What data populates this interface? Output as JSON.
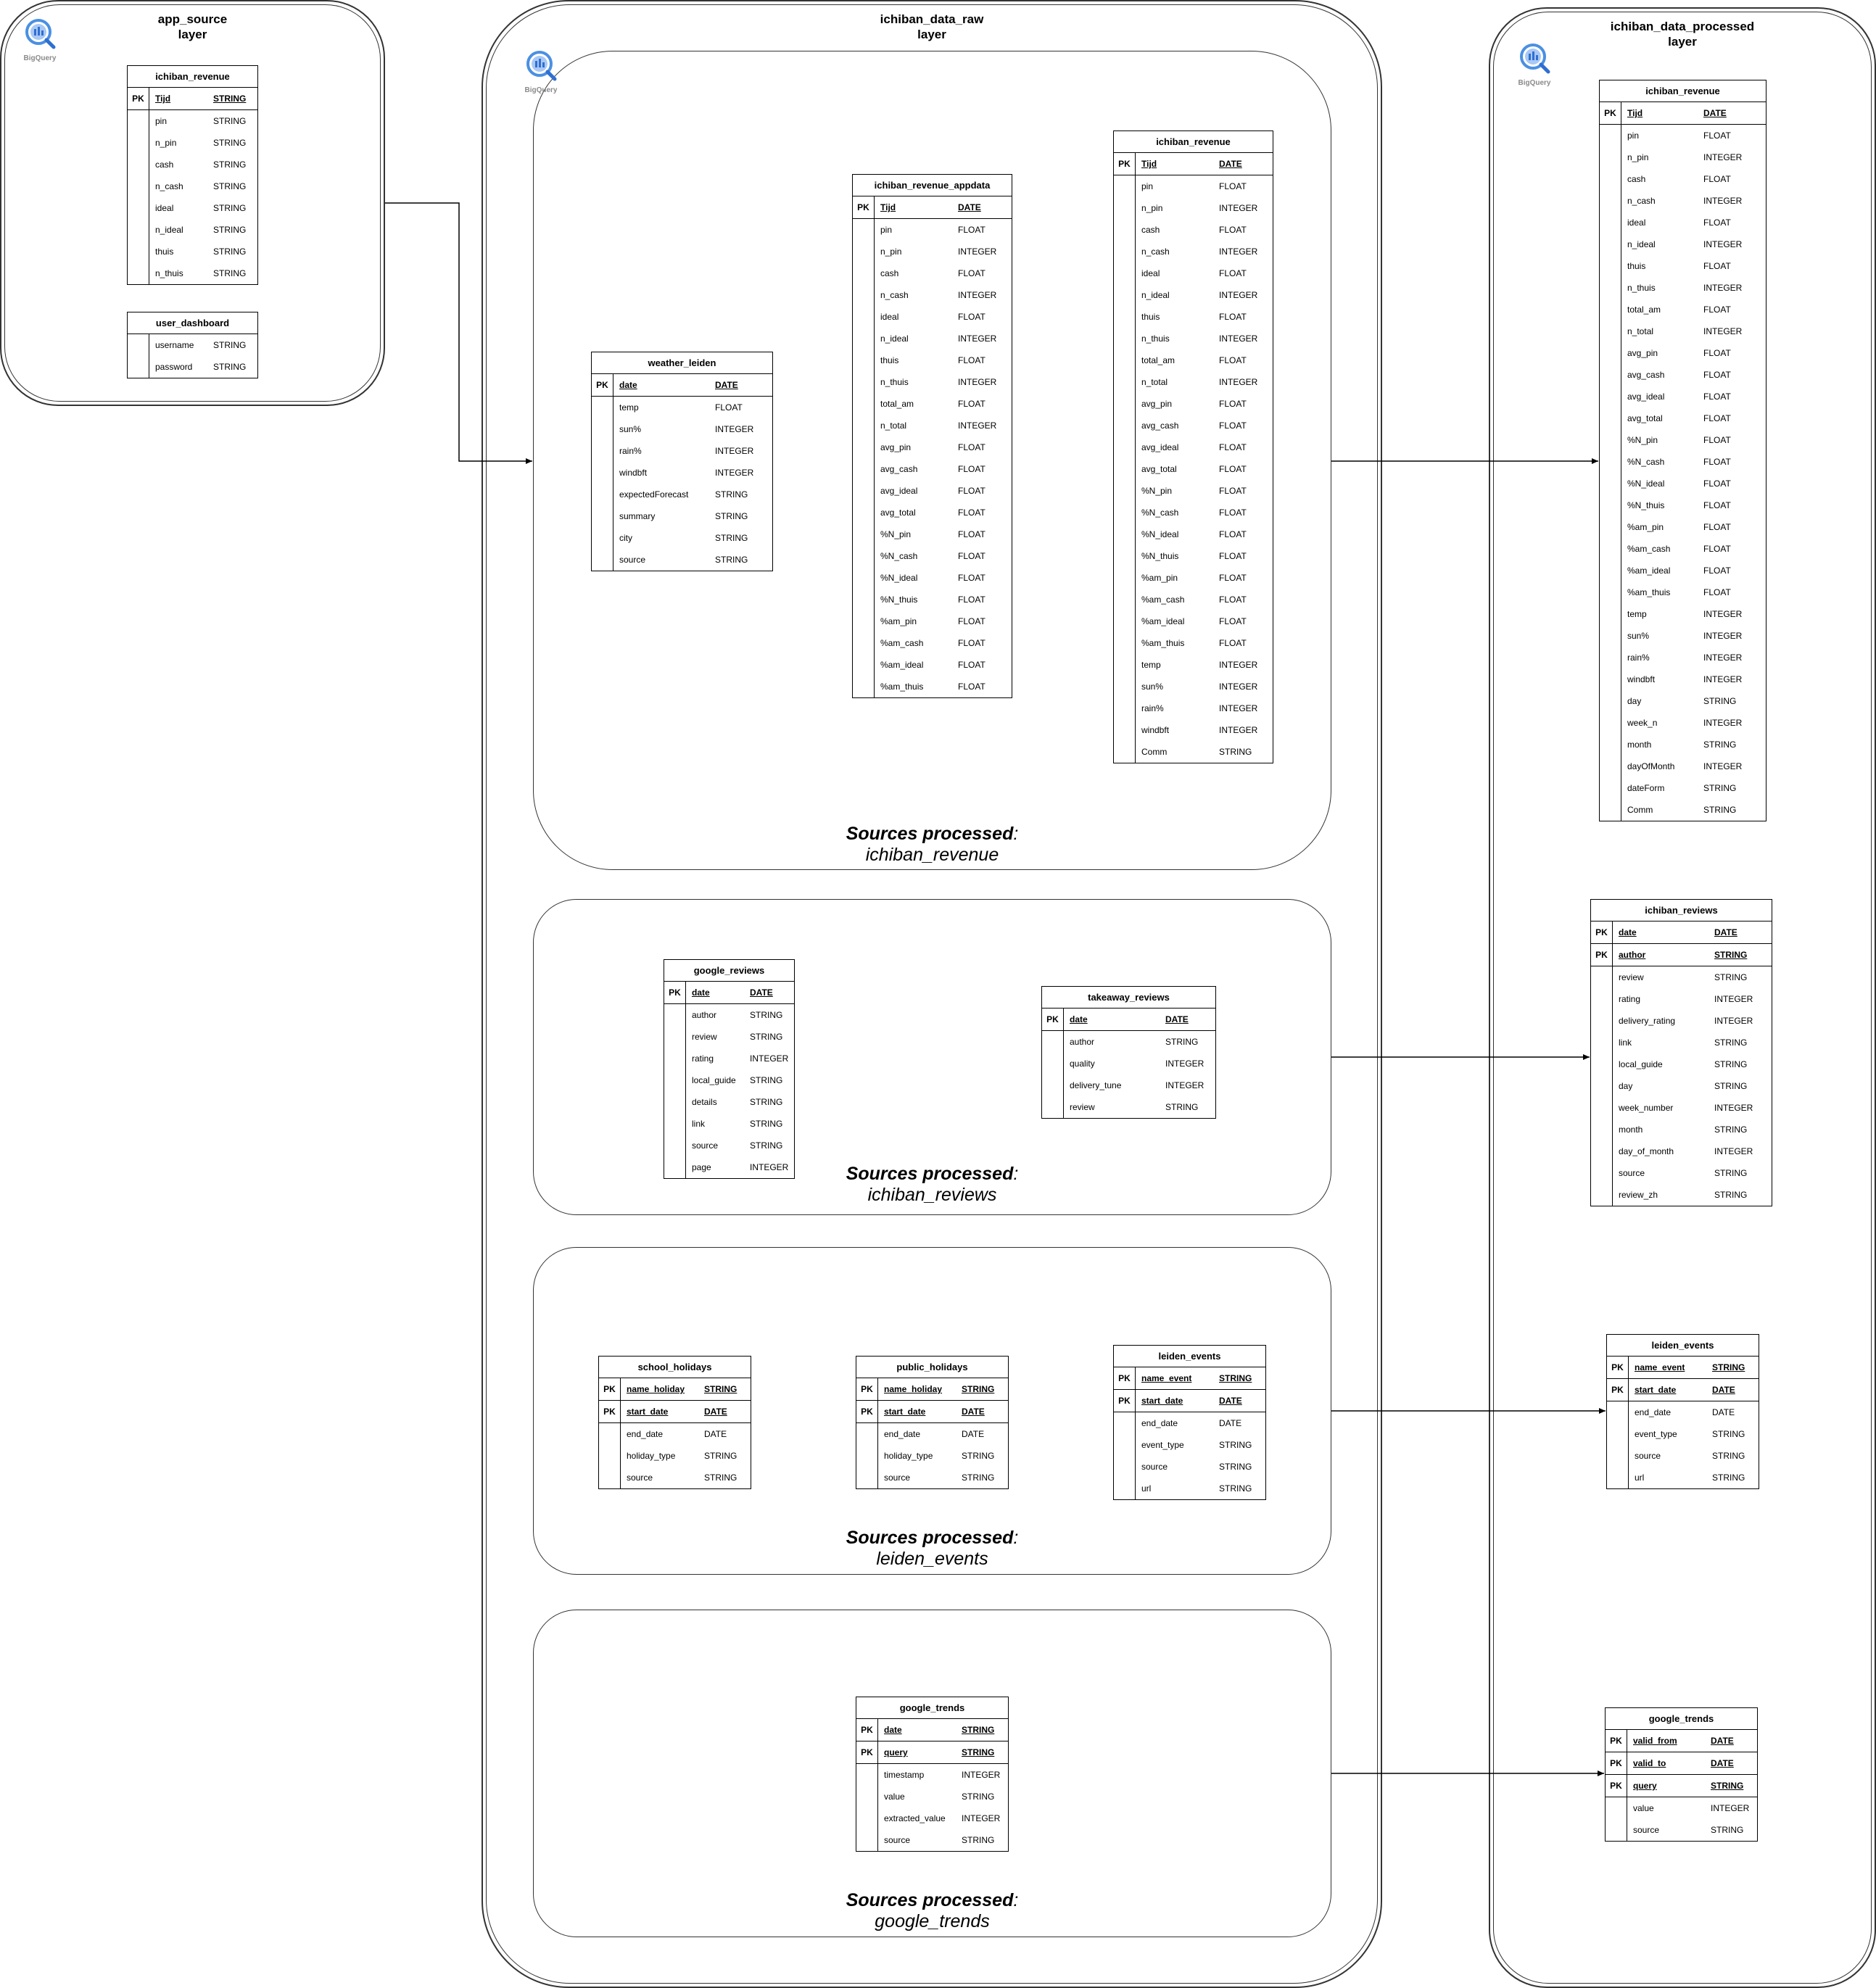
{
  "logo_label": "BigQuery",
  "pk_label": "PK",
  "caption_label": "Sources processed",
  "layers": {
    "app_source": {
      "title": "app_source",
      "subtitle": "layer"
    },
    "raw": {
      "title": "ichiban_data_raw",
      "subtitle": "layer"
    },
    "processed": {
      "title": "ichiban_data_processed",
      "subtitle": "layer"
    }
  },
  "captions": {
    "revenue": "ichiban_revenue",
    "reviews": "ichiban_reviews",
    "events": "leiden_events",
    "trends": "google_trends"
  },
  "entities": {
    "src_revenue": {
      "title": "ichiban_revenue",
      "pk": [
        [
          "Tijd",
          "STRING"
        ]
      ],
      "fields": [
        [
          "pin",
          "STRING"
        ],
        [
          "n_pin",
          "STRING"
        ],
        [
          "cash",
          "STRING"
        ],
        [
          "n_cash",
          "STRING"
        ],
        [
          "ideal",
          "STRING"
        ],
        [
          "n_ideal",
          "STRING"
        ],
        [
          "thuis",
          "STRING"
        ],
        [
          "n_thuis",
          "STRING"
        ]
      ]
    },
    "src_dashboard": {
      "title": "user_dashboard",
      "pk": [],
      "fields": [
        [
          "username",
          "STRING"
        ],
        [
          "password",
          "STRING"
        ]
      ]
    },
    "weather": {
      "title": "weather_leiden",
      "pk": [
        [
          "date",
          "DATE"
        ]
      ],
      "fields": [
        [
          "temp",
          "FLOAT"
        ],
        [
          "sun%",
          "INTEGER"
        ],
        [
          "rain%",
          "INTEGER"
        ],
        [
          "windbft",
          "INTEGER"
        ],
        [
          "expectedForecast",
          "STRING"
        ],
        [
          "summary",
          "STRING"
        ],
        [
          "city",
          "STRING"
        ],
        [
          "source",
          "STRING"
        ]
      ]
    },
    "appdata": {
      "title": "ichiban_revenue_appdata",
      "pk": [
        [
          "Tijd",
          "DATE"
        ]
      ],
      "fields": [
        [
          "pin",
          "FLOAT"
        ],
        [
          "n_pin",
          "INTEGER"
        ],
        [
          "cash",
          "FLOAT"
        ],
        [
          "n_cash",
          "INTEGER"
        ],
        [
          "ideal",
          "FLOAT"
        ],
        [
          "n_ideal",
          "INTEGER"
        ],
        [
          "thuis",
          "FLOAT"
        ],
        [
          "n_thuis",
          "INTEGER"
        ],
        [
          "total_am",
          "FLOAT"
        ],
        [
          "n_total",
          "INTEGER"
        ],
        [
          "avg_pin",
          "FLOAT"
        ],
        [
          "avg_cash",
          "FLOAT"
        ],
        [
          "avg_ideal",
          "FLOAT"
        ],
        [
          "avg_total",
          "FLOAT"
        ],
        [
          "%N_pin",
          "FLOAT"
        ],
        [
          "%N_cash",
          "FLOAT"
        ],
        [
          "%N_ideal",
          "FLOAT"
        ],
        [
          "%N_thuis",
          "FLOAT"
        ],
        [
          "%am_pin",
          "FLOAT"
        ],
        [
          "%am_cash",
          "FLOAT"
        ],
        [
          "%am_ideal",
          "FLOAT"
        ],
        [
          "%am_thuis",
          "FLOAT"
        ]
      ]
    },
    "raw_revenue": {
      "title": "ichiban_revenue",
      "pk": [
        [
          "Tijd",
          "DATE"
        ]
      ],
      "fields": [
        [
          "pin",
          "FLOAT"
        ],
        [
          "n_pin",
          "INTEGER"
        ],
        [
          "cash",
          "FLOAT"
        ],
        [
          "n_cash",
          "INTEGER"
        ],
        [
          "ideal",
          "FLOAT"
        ],
        [
          "n_ideal",
          "INTEGER"
        ],
        [
          "thuis",
          "FLOAT"
        ],
        [
          "n_thuis",
          "INTEGER"
        ],
        [
          "total_am",
          "FLOAT"
        ],
        [
          "n_total",
          "INTEGER"
        ],
        [
          "avg_pin",
          "FLOAT"
        ],
        [
          "avg_cash",
          "FLOAT"
        ],
        [
          "avg_ideal",
          "FLOAT"
        ],
        [
          "avg_total",
          "FLOAT"
        ],
        [
          "%N_pin",
          "FLOAT"
        ],
        [
          "%N_cash",
          "FLOAT"
        ],
        [
          "%N_ideal",
          "FLOAT"
        ],
        [
          "%N_thuis",
          "FLOAT"
        ],
        [
          "%am_pin",
          "FLOAT"
        ],
        [
          "%am_cash",
          "FLOAT"
        ],
        [
          "%am_ideal",
          "FLOAT"
        ],
        [
          "%am_thuis",
          "FLOAT"
        ],
        [
          "temp",
          "INTEGER"
        ],
        [
          "sun%",
          "INTEGER"
        ],
        [
          "rain%",
          "INTEGER"
        ],
        [
          "windbft",
          "INTEGER"
        ],
        [
          "Comm",
          "STRING"
        ]
      ]
    },
    "google_reviews": {
      "title": "google_reviews",
      "pk": [
        [
          "date",
          "DATE"
        ]
      ],
      "fields": [
        [
          "author",
          "STRING"
        ],
        [
          "review",
          "STRING"
        ],
        [
          "rating",
          "INTEGER"
        ],
        [
          "local_guide",
          "STRING"
        ],
        [
          "details",
          "STRING"
        ],
        [
          "link",
          "STRING"
        ],
        [
          "source",
          "STRING"
        ],
        [
          "page",
          "INTEGER"
        ]
      ]
    },
    "takeaway_reviews": {
      "title": "takeaway_reviews",
      "pk": [
        [
          "date",
          "DATE"
        ]
      ],
      "fields": [
        [
          "author",
          "STRING"
        ],
        [
          "quality",
          "INTEGER"
        ],
        [
          "delivery_tune",
          "INTEGER"
        ],
        [
          "review",
          "STRING"
        ]
      ]
    },
    "school_holidays": {
      "title": "school_holidays",
      "pk": [
        [
          "name_holiday",
          "STRING"
        ],
        [
          "start_date",
          "DATE"
        ]
      ],
      "fields": [
        [
          "end_date",
          "DATE"
        ],
        [
          "holiday_type",
          "STRING"
        ],
        [
          "source",
          "STRING"
        ]
      ]
    },
    "public_holidays": {
      "title": "public_holidays",
      "pk": [
        [
          "name_holiday",
          "STRING"
        ],
        [
          "start_date",
          "DATE"
        ]
      ],
      "fields": [
        [
          "end_date",
          "DATE"
        ],
        [
          "holiday_type",
          "STRING"
        ],
        [
          "source",
          "STRING"
        ]
      ]
    },
    "raw_events": {
      "title": "leiden_events",
      "pk": [
        [
          "name_event",
          "STRING"
        ],
        [
          "start_date",
          "DATE"
        ]
      ],
      "fields": [
        [
          "end_date",
          "DATE"
        ],
        [
          "event_type",
          "STRING"
        ],
        [
          "source",
          "STRING"
        ],
        [
          "url",
          "STRING"
        ]
      ]
    },
    "raw_trends": {
      "title": "google_trends",
      "pk": [
        [
          "date",
          "STRING"
        ],
        [
          "query",
          "STRING"
        ]
      ],
      "fields": [
        [
          "timestamp",
          "INTEGER"
        ],
        [
          "value",
          "STRING"
        ],
        [
          "extracted_value",
          "INTEGER"
        ],
        [
          "source",
          "STRING"
        ]
      ]
    },
    "proc_revenue": {
      "title": "ichiban_revenue",
      "pk": [
        [
          "Tijd",
          "DATE"
        ]
      ],
      "fields": [
        [
          "pin",
          "FLOAT"
        ],
        [
          "n_pin",
          "INTEGER"
        ],
        [
          "cash",
          "FLOAT"
        ],
        [
          "n_cash",
          "INTEGER"
        ],
        [
          "ideal",
          "FLOAT"
        ],
        [
          "n_ideal",
          "INTEGER"
        ],
        [
          "thuis",
          "FLOAT"
        ],
        [
          "n_thuis",
          "INTEGER"
        ],
        [
          "total_am",
          "FLOAT"
        ],
        [
          "n_total",
          "INTEGER"
        ],
        [
          "avg_pin",
          "FLOAT"
        ],
        [
          "avg_cash",
          "FLOAT"
        ],
        [
          "avg_ideal",
          "FLOAT"
        ],
        [
          "avg_total",
          "FLOAT"
        ],
        [
          "%N_pin",
          "FLOAT"
        ],
        [
          "%N_cash",
          "FLOAT"
        ],
        [
          "%N_ideal",
          "FLOAT"
        ],
        [
          "%N_thuis",
          "FLOAT"
        ],
        [
          "%am_pin",
          "FLOAT"
        ],
        [
          "%am_cash",
          "FLOAT"
        ],
        [
          "%am_ideal",
          "FLOAT"
        ],
        [
          "%am_thuis",
          "FLOAT"
        ],
        [
          "temp",
          "INTEGER"
        ],
        [
          "sun%",
          "INTEGER"
        ],
        [
          "rain%",
          "INTEGER"
        ],
        [
          "windbft",
          "INTEGER"
        ],
        [
          "day",
          "STRING"
        ],
        [
          "week_n",
          "INTEGER"
        ],
        [
          "month",
          "STRING"
        ],
        [
          "dayOfMonth",
          "INTEGER"
        ],
        [
          "dateForm",
          "STRING"
        ],
        [
          "Comm",
          "STRING"
        ]
      ]
    },
    "proc_reviews": {
      "title": "ichiban_reviews",
      "pk": [
        [
          "date",
          "DATE"
        ],
        [
          "author",
          "STRING"
        ]
      ],
      "fields": [
        [
          "review",
          "STRING"
        ],
        [
          "rating",
          "INTEGER"
        ],
        [
          "delivery_rating",
          "INTEGER"
        ],
        [
          "link",
          "STRING"
        ],
        [
          "local_guide",
          "STRING"
        ],
        [
          "day",
          "STRING"
        ],
        [
          "week_number",
          "INTEGER"
        ],
        [
          "month",
          "STRING"
        ],
        [
          "day_of_month",
          "INTEGER"
        ],
        [
          "source",
          "STRING"
        ],
        [
          "review_zh",
          "STRING"
        ]
      ]
    },
    "proc_events": {
      "title": "leiden_events",
      "pk": [
        [
          "name_event",
          "STRING"
        ],
        [
          "start_date",
          "DATE"
        ]
      ],
      "fields": [
        [
          "end_date",
          "DATE"
        ],
        [
          "event_type",
          "STRING"
        ],
        [
          "source",
          "STRING"
        ],
        [
          "url",
          "STRING"
        ]
      ]
    },
    "proc_trends": {
      "title": "google_trends",
      "pk": [
        [
          "valid_from",
          "DATE"
        ],
        [
          "valid_to",
          "DATE"
        ],
        [
          "query",
          "STRING"
        ]
      ],
      "fields": [
        [
          "value",
          "INTEGER"
        ],
        [
          "source",
          "STRING"
        ]
      ]
    }
  }
}
